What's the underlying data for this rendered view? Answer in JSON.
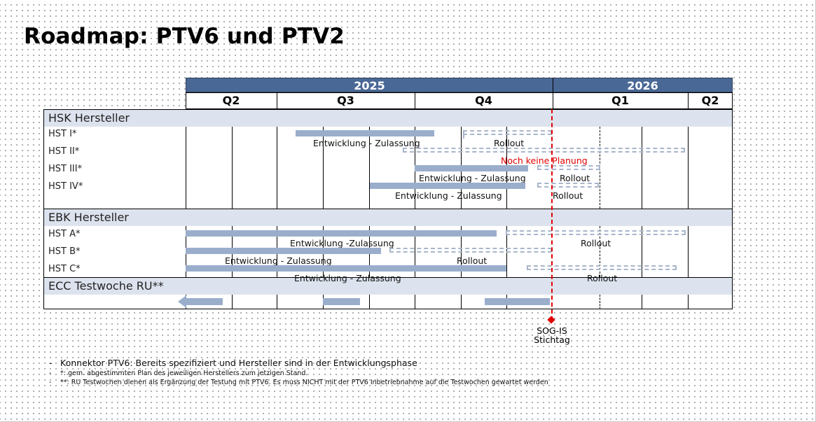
{
  "title": "Roadmap: PTV6 und PTV2",
  "years": [
    "2025",
    "2026"
  ],
  "quarters": [
    "Q2",
    "Q3",
    "Q4",
    "Q1",
    "Q2"
  ],
  "groups": {
    "hsk": {
      "label": "HSK Hersteller",
      "rows": [
        "HST I*",
        "HST II*",
        "HST III*",
        "HST IV*"
      ]
    },
    "ebk": {
      "label": "EBK Hersteller",
      "rows": [
        "HST A*",
        "HST B*",
        "HST C*"
      ]
    },
    "ecc": {
      "label": "ECC Testwoche RU**"
    }
  },
  "labels": {
    "entwicklung": "Entwicklung - Zulassung",
    "entwicklung_ebk_a": "Entwicklung -Zulassung",
    "rollout": "Rollout",
    "keine_planung": "Noch keine Planung"
  },
  "stichtag": {
    "line1": "SOG-IS",
    "line2": "Stichtag",
    "color": "#e00000"
  },
  "notes": [
    "Konnektor PTV6: Bereits spezifiziert und Hersteller sind in der Entwicklungsphase",
    "*: gem. abgestimmten Plan des jeweiligen Herstellers zum jetzigen Stand.",
    "**: RU Testwochen dienen als Ergänzung der Testung mit PTV6. Es muss NICHT mit der PTV6 Inbetriebnahme auf die Testwochen gewartet werden"
  ],
  "note_bullet": "-",
  "colors": {
    "year_header": "#4a6896",
    "group_band": "#dde3ee",
    "bar": "#9aaecc",
    "planned_bar": "#a8b6cc",
    "marker": "#e00000"
  }
}
